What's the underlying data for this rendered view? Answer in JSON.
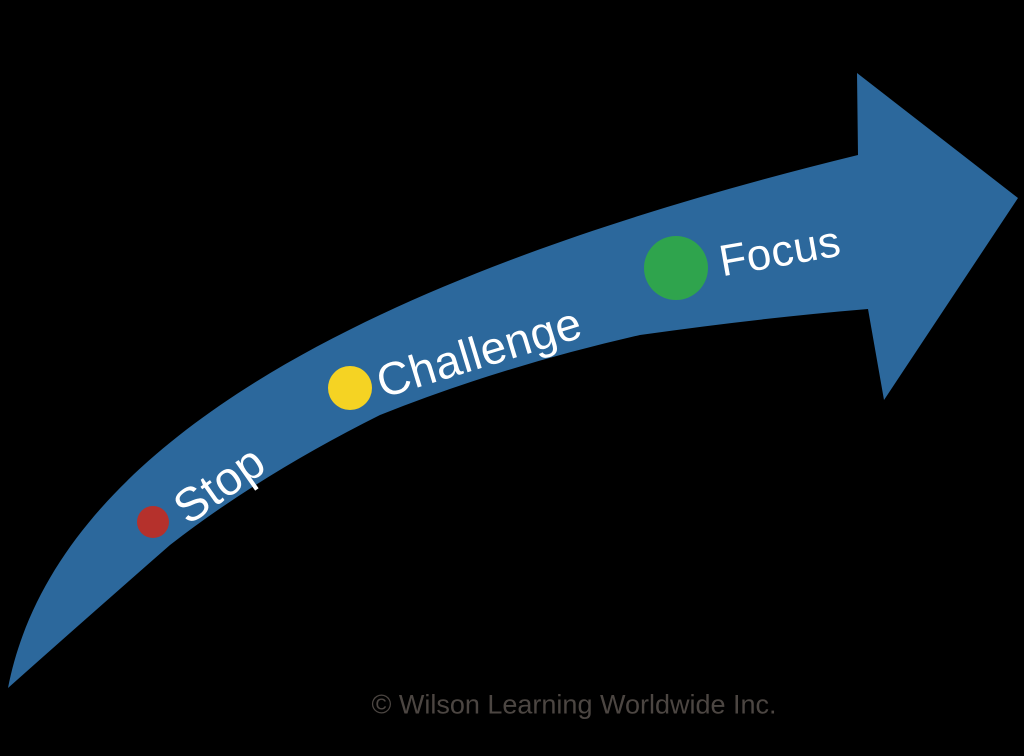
{
  "diagram": {
    "type": "process-arrow",
    "description": "Curved upward swoosh arrow with three progressive stages",
    "arrow_color": "#2c689c",
    "background_color": "#000000",
    "label_color": "#ffffff",
    "steps": [
      {
        "label": "Stop",
        "dot_color": "#b5312c"
      },
      {
        "label": "Challenge",
        "dot_color": "#f5d323"
      },
      {
        "label": "Focus",
        "dot_color": "#2fa44d"
      }
    ]
  },
  "footer": {
    "copyright": "© Wilson Learning Worldwide Inc.",
    "text_color": "#4c4642"
  }
}
